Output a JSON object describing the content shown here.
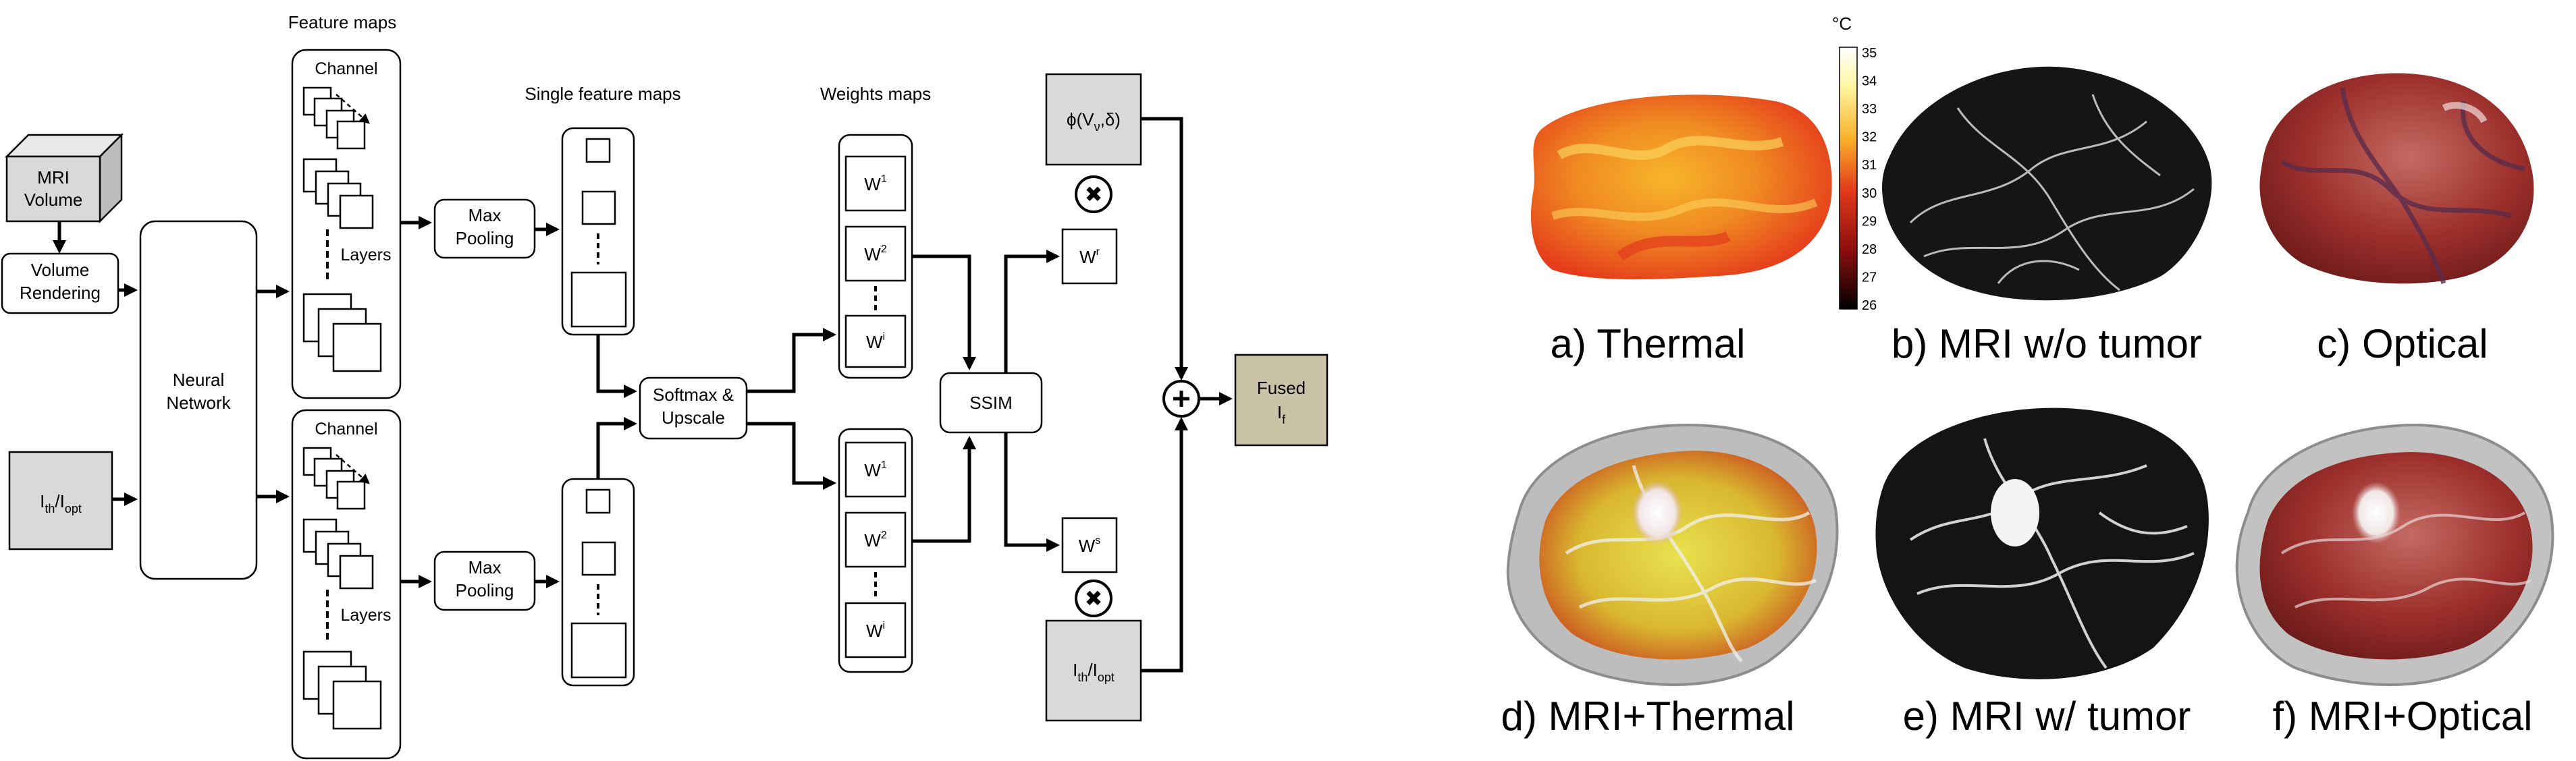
{
  "diagram": {
    "mri_volume": [
      "MRI",
      "Volume"
    ],
    "volume_rendering": [
      "Volume",
      "Rendering"
    ],
    "input_image": {
      "main": "I",
      "sub1": "th",
      "sep": "/I",
      "sub2": "opt"
    },
    "neural_network": [
      "Neural",
      "Network"
    ],
    "feature_maps_title": "Feature maps",
    "channel_label": "Channel",
    "layers_label": "Layers",
    "max_pooling": [
      "Max",
      "Pooling"
    ],
    "single_feature_maps_title": "Single feature maps",
    "softmax_upscale": [
      "Softmax &",
      "Upscale"
    ],
    "weights_maps_title": "Weights maps",
    "weights": {
      "w1": "1",
      "w2": "2",
      "wi": "i",
      "base": "W"
    },
    "ssim": "SSIM",
    "phi_label": "ϕ(V",
    "phi_sub": "ν",
    "phi_rest": ",δ)",
    "wr_sup": "r",
    "ws_sup": "s",
    "multiply_symbol": "✖",
    "plus_symbol": "+",
    "fused": {
      "line1": "Fused",
      "line2": "I",
      "sub": "f"
    }
  },
  "colorbar": {
    "unit": "°C",
    "ticks": [
      "35",
      "34",
      "33",
      "32",
      "31",
      "30",
      "29",
      "28",
      "27",
      "26"
    ]
  },
  "panels": [
    {
      "caption": "a) Thermal",
      "image": "thermal-brain"
    },
    {
      "caption": "b) MRI w/o tumor",
      "image": "mri-vessels"
    },
    {
      "caption": "c) Optical",
      "image": "optical-brain"
    },
    {
      "caption": "d) MRI+Thermal",
      "image": "mri-thermal-overlay"
    },
    {
      "caption": "e) MRI w/ tumor",
      "image": "mri-tumor"
    },
    {
      "caption": "f) MRI+Optical",
      "image": "mri-optical-overlay"
    }
  ],
  "colors": {
    "gray_box": "#d9d9d9",
    "fused_box": "#cbc3a7",
    "thermal_hot": "#e8341c",
    "thermal_warm": "#f7b224",
    "optical_red": "#9c2a26"
  }
}
